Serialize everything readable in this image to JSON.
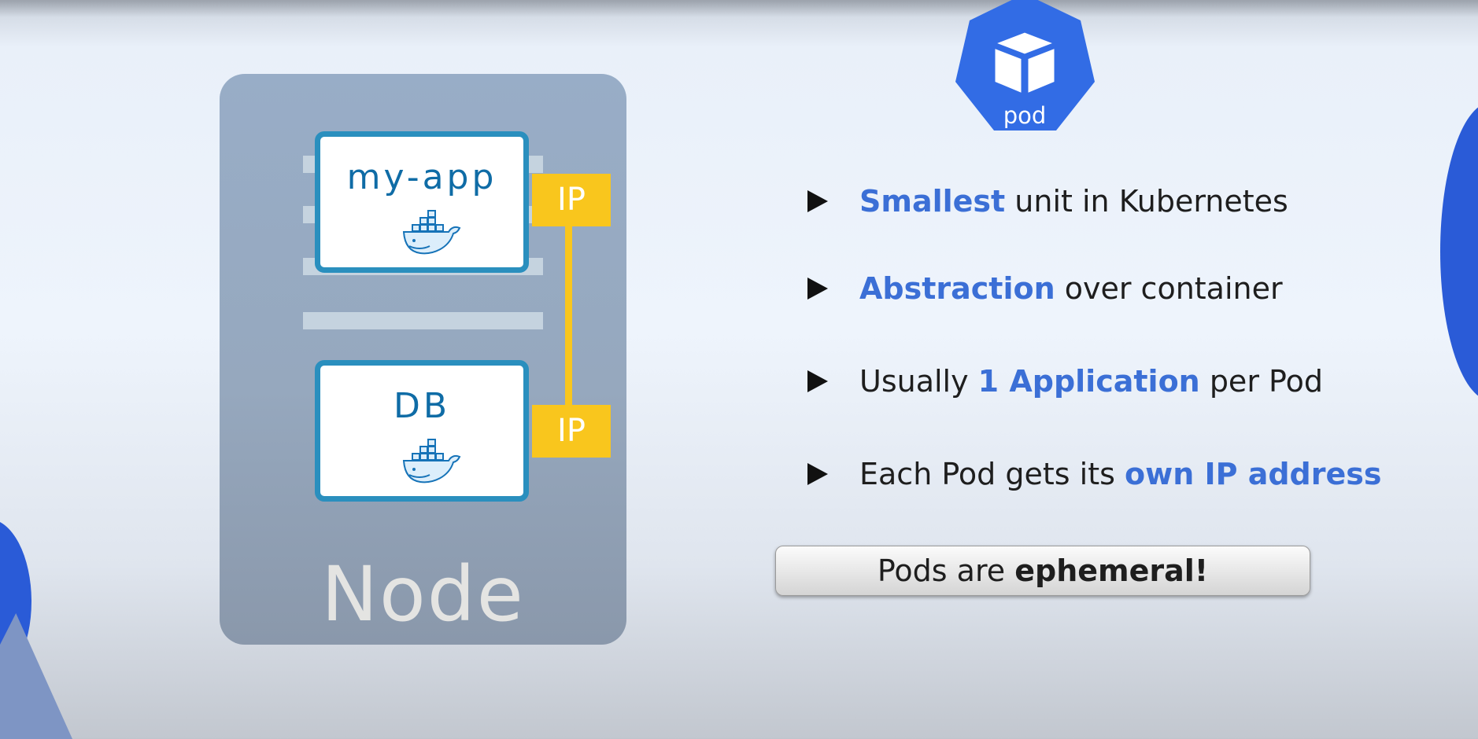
{
  "diagram": {
    "node_label": "Node",
    "containers": [
      {
        "name": "my-app",
        "ip_label": "IP",
        "icon": "docker-whale-icon"
      },
      {
        "name": "DB",
        "ip_label": "IP",
        "icon": "docker-whale-icon"
      }
    ]
  },
  "pod_badge": {
    "label": "pod",
    "icon": "kubernetes-pod-cube-icon",
    "color": "#326ce5"
  },
  "bullets": [
    {
      "highlight": "Smallest",
      "after": " unit in Kubernetes"
    },
    {
      "highlight": "Abstraction",
      "after": " over container"
    },
    {
      "before": "Usually ",
      "highlight": "1 Application",
      "after": " per Pod"
    },
    {
      "before": "Each Pod gets its ",
      "highlight": "own IP address"
    }
  ],
  "callout": {
    "before": "Pods are ",
    "bold": "ephemeral!"
  },
  "colors": {
    "highlight": "#3b6fd6",
    "ip_tag": "#f9c61d",
    "container_border": "#2a8fbe",
    "node_panel": "#98adc7"
  }
}
